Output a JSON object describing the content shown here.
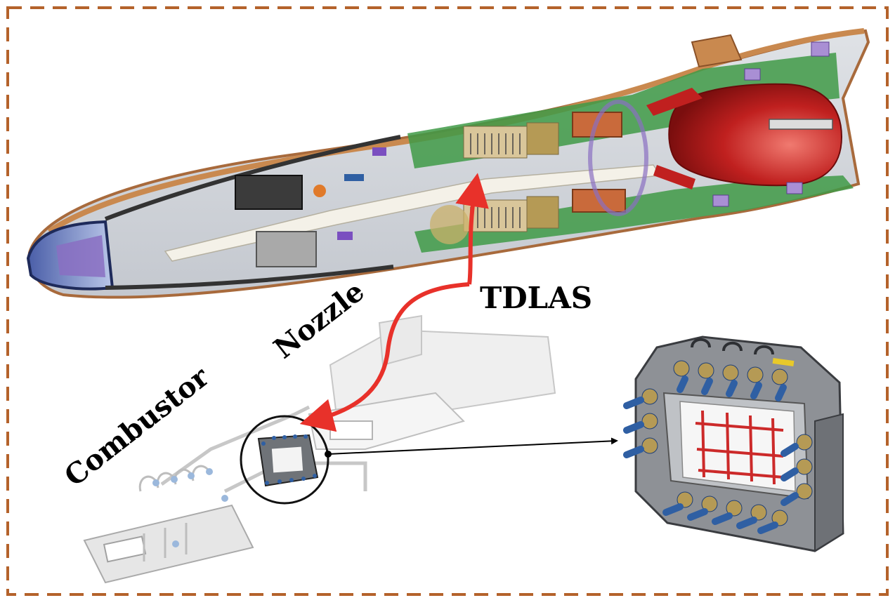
{
  "labels": {
    "tdlas": "TDLAS",
    "nozzle": "Nozzle",
    "combustor": "Combustor"
  },
  "colors": {
    "frame_border": "#b4622b",
    "arrow_red": "#e8312a",
    "vehicle_skin": "#c9894f",
    "interior_green": "#3f9a47",
    "fuel_tank_red": "#c0201f",
    "nose_blue": "#7c8fc8",
    "window_frame_gray": "#8e9196",
    "bolt_blue": "#2f5fa3",
    "bolt_gold": "#b59a55",
    "window_grid_red": "#cc2a2a"
  }
}
